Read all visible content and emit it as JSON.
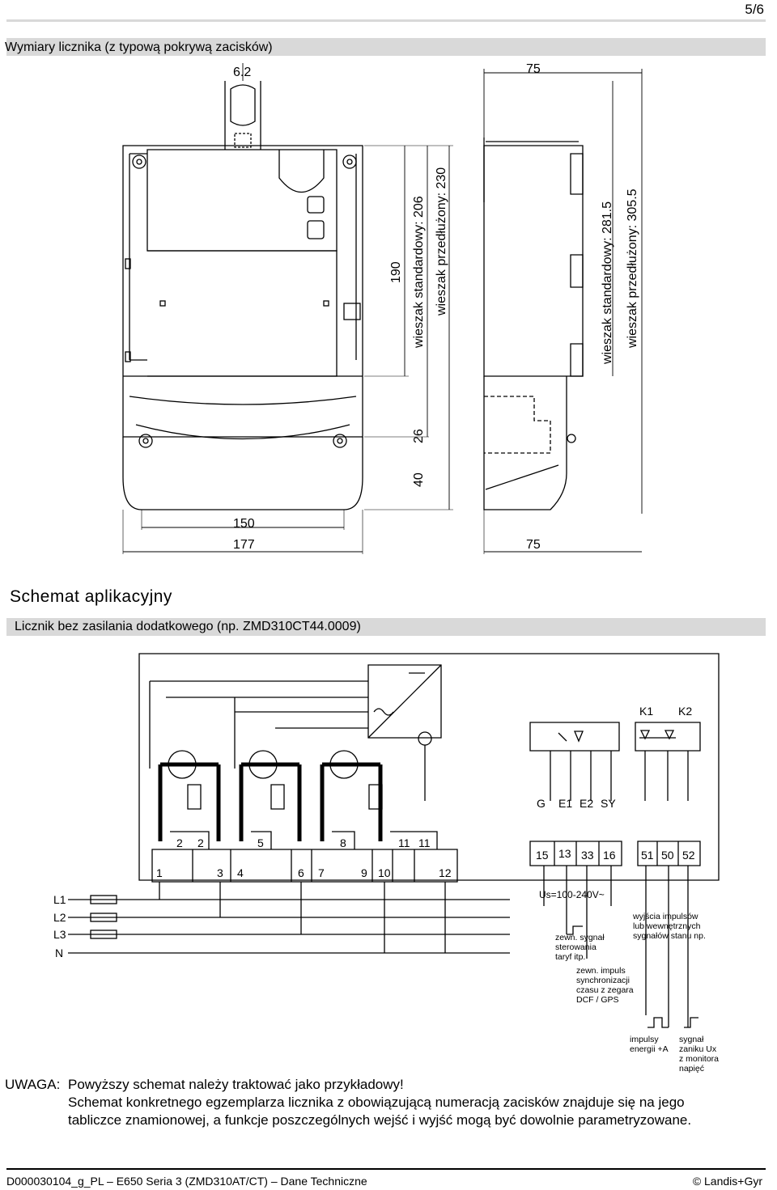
{
  "page_number": "5/6",
  "section_dimensions": {
    "title": "Wymiary licznika  (z typową pokrywą zacisków)",
    "dims": {
      "d_6_2": "6.2",
      "d_75_top": "75",
      "d_190": "190",
      "d_206": "wieszak standardowy: 206",
      "d_230": "wieszak przedłużony: 230",
      "d_281": "wieszak standardowy: 281.5",
      "d_305": "wieszak przedłużony: 305.5",
      "d_26": "26",
      "d_40": "40",
      "d_150": "150",
      "d_177": "177",
      "d_75_bottom": "75"
    }
  },
  "section_schema": {
    "heading": "Schemat aplikacyjny",
    "subtitle": "Licznik bez zasilania dodatkowego (np. ZMD310CT44.0009)",
    "labels": {
      "k1": "K1",
      "k2": "K2",
      "g": "G",
      "e1": "E1",
      "e2": "E2",
      "sy": "SY",
      "t2a": "2",
      "t2b": "2",
      "t5": "5",
      "t8": "8",
      "t11a": "11",
      "t11b": "11",
      "t1": "1",
      "t3": "3",
      "t4": "4",
      "t6": "6",
      "t7": "7",
      "t9": "9",
      "t10": "10",
      "t12": "12",
      "t15": "15",
      "t13": "13",
      "t33": "33",
      "t16": "16",
      "t51": "51",
      "t50": "50",
      "t52": "52",
      "l1": "L1",
      "l2": "L2",
      "l3": "L3",
      "n": "N",
      "us": "Us=100-240V~",
      "ext_tariff_1": "zewn. sygnał",
      "ext_tariff_2": "sterowania",
      "ext_tariff_3": "taryf itp.",
      "sync_1": "zewn. impuls",
      "sync_2": "synchronizacji",
      "sync_3": "czasu z zegara",
      "sync_4": "DCF / GPS",
      "pulse_out_1": "wyjścia impulsów",
      "pulse_out_2": "lub wewnętrznych",
      "pulse_out_3": "sygnałów stanu np.",
      "imp_1": "impulsy",
      "imp_2": "energii +A",
      "sig_1": "sygnał",
      "sig_2": "zaniku Ux",
      "sig_3": "z monitora",
      "sig_4": "napięć"
    }
  },
  "note": {
    "label": "UWAGA:",
    "line1": "Powyższy schemat należy traktować jako przykładowy!",
    "line2": "Schemat konkretnego egzemplarza licznika z obowiązującą numeracją zacisków znajduje się na jego",
    "line3": "tabliczce znamionowej, a funkcje poszczególnych wejść i wyjść mogą być dowolnie parametryzowane."
  },
  "footer": {
    "doc": "D000030104_g_PL – E650 Seria 3 (ZMD310AT/CT) – Dane Techniczne",
    "copyright": "© Landis+Gyr"
  }
}
